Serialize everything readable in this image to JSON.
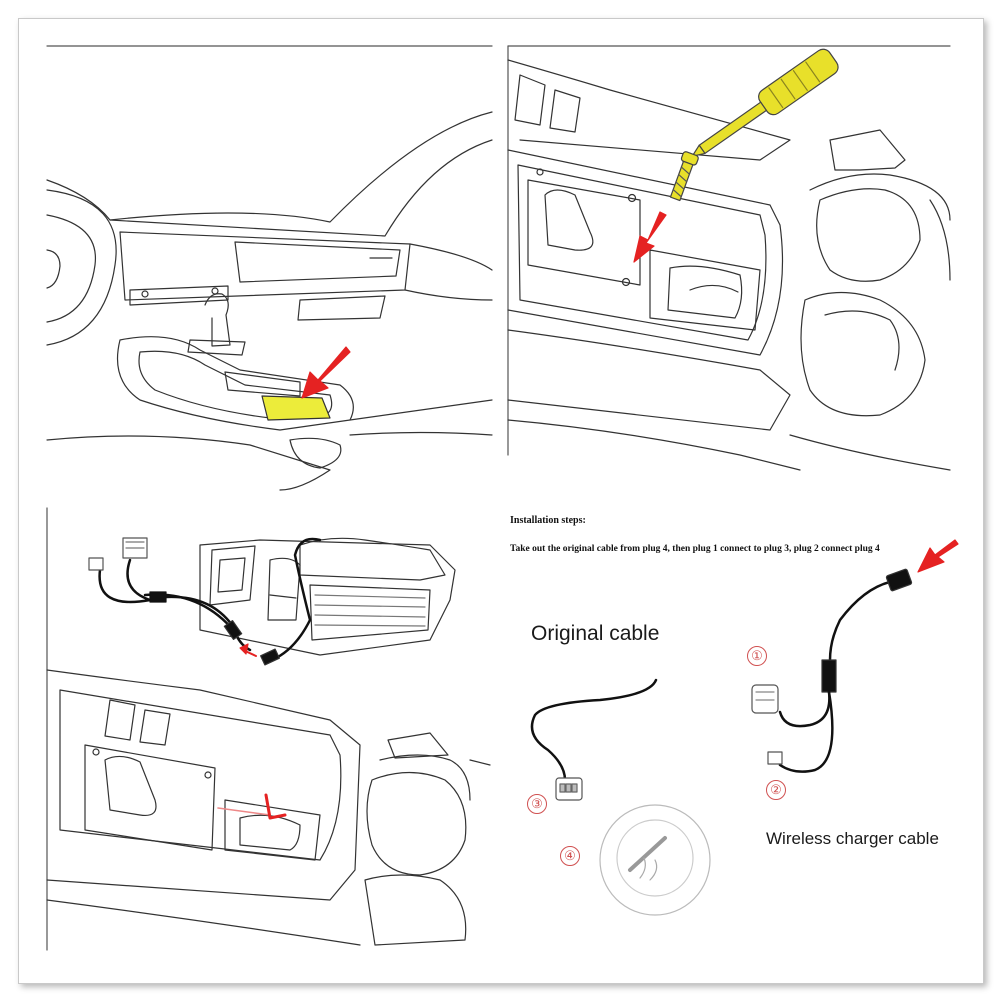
{
  "install": {
    "title": "Installation steps:",
    "text": "Take out the original cable from plug 4, then plug 1 connect to plug 3,  plug 2 connect plug 4"
  },
  "labels": {
    "original_cable": "Original cable",
    "wireless_cable": "Wireless charger cable"
  },
  "plugs": [
    "①",
    "②",
    "③",
    "④"
  ],
  "colors": {
    "highlight": "#ecec3a",
    "arrow": "#e52222",
    "screwdriver": "#e8e02a"
  }
}
